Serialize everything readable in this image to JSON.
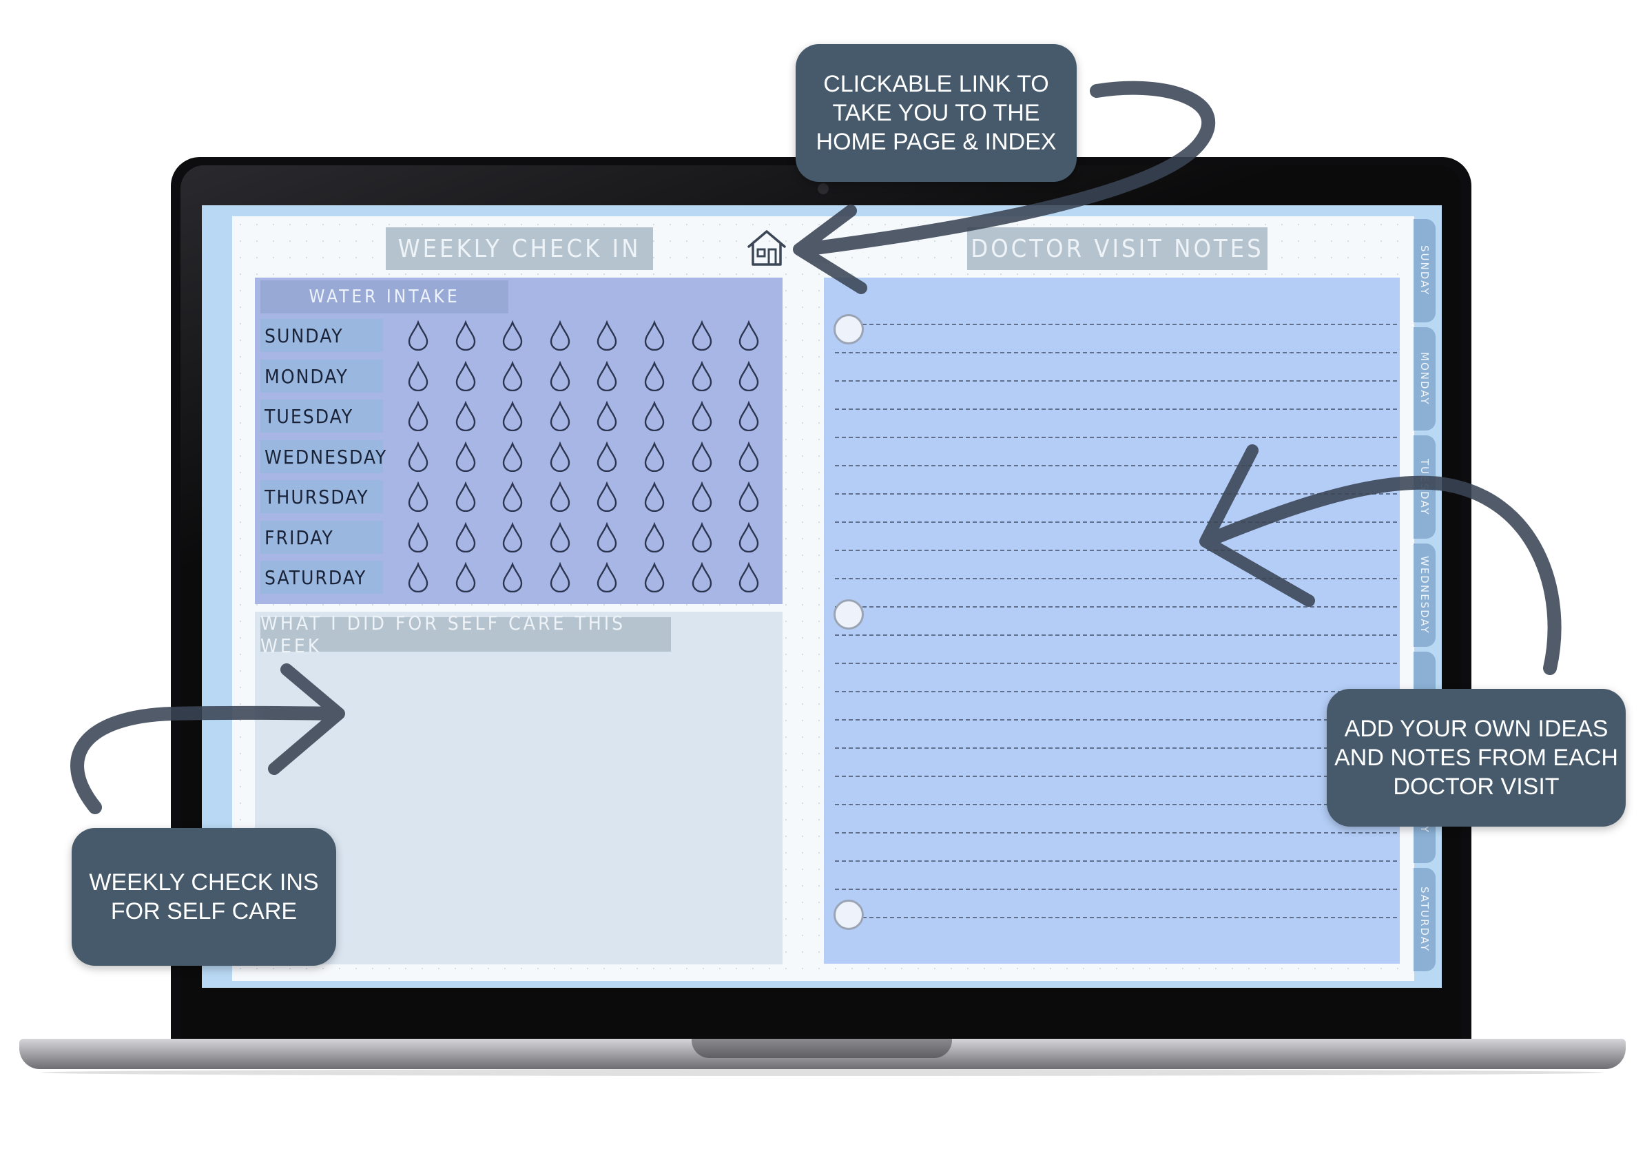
{
  "planner": {
    "left_title": "WEEKLY CHECK IN",
    "right_title": "DOCTOR VISIT NOTES",
    "water_intake_label": "WATER INTAKE",
    "selfcare_label": "WHAT I DID FOR SELF CARE THIS WEEK",
    "days": [
      "SUNDAY",
      "MONDAY",
      "TUESDAY",
      "WEDNESDAY",
      "THURSDAY",
      "FRIDAY",
      "SATURDAY"
    ],
    "drops_per_day": 8,
    "home_icon": "home-icon",
    "side_tabs": [
      "SUNDAY",
      "MONDAY",
      "TUESDAY",
      "WEDNESDAY",
      "TH",
      "FRIDAY",
      "SATURDAY"
    ]
  },
  "callouts": {
    "home_link": "CLICKABLE LINK TO\nTAKE YOU TO THE\nHOME PAGE & INDEX",
    "notes": "ADD YOUR OWN IDEAS\nAND NOTES FROM EACH\nDOCTOR VISIT",
    "check_ins": "WEEKLY CHECK INS\nFOR SELF CARE"
  },
  "colors": {
    "callout_bg": "#475a6b",
    "water_panel": "#a8b6e6",
    "notes_panel": "#b3cdf6",
    "selfcare_panel": "#dbe5f0",
    "title_tab": "#b5c3cf"
  }
}
